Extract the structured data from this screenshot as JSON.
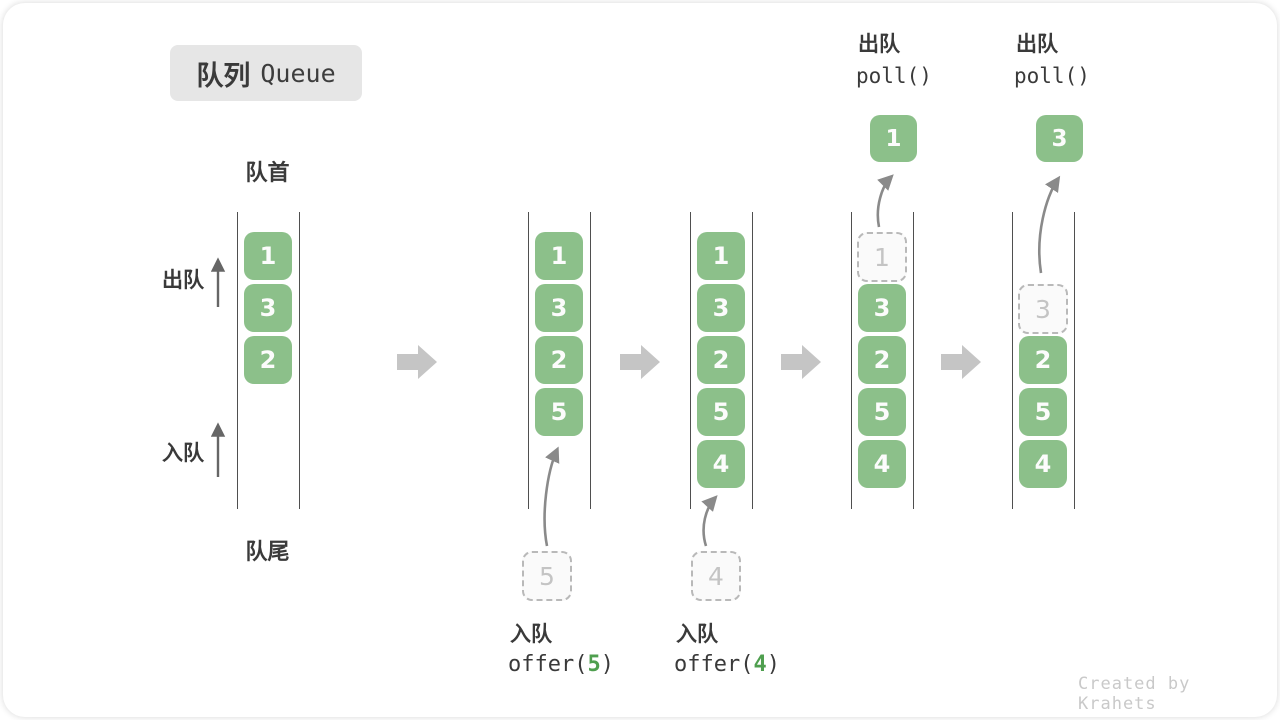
{
  "title": {
    "zh": "队列",
    "en": "Queue"
  },
  "labels": {
    "front": "队首",
    "rear": "队尾",
    "dequeue_side": "出队",
    "enqueue_side": "入队"
  },
  "colors": {
    "box_green": "#8cc08a",
    "code_green": "#4f9f4f",
    "ghost_gray": "#b9b9b9",
    "arrow_gray": "#8a8a8a",
    "block_arrow_gray": "#c5c5c5"
  },
  "states": [
    {
      "items": [
        "1",
        "3",
        "2"
      ]
    },
    {
      "items": [
        "1",
        "3",
        "2",
        "5"
      ],
      "incoming": "5",
      "caption": {
        "zh": "入队",
        "code_pre": "offer(",
        "code_arg": "5",
        "code_post": ")"
      }
    },
    {
      "items": [
        "1",
        "3",
        "2",
        "5",
        "4"
      ],
      "incoming": "4",
      "caption": {
        "zh": "入队",
        "code_pre": "offer(",
        "code_arg": "4",
        "code_post": ")"
      }
    },
    {
      "ghost": "1",
      "items": [
        "3",
        "2",
        "5",
        "4"
      ],
      "out": "1",
      "caption": {
        "zh": "出队",
        "code": "poll()"
      }
    },
    {
      "ghost": "3",
      "items": [
        "2",
        "5",
        "4"
      ],
      "out": "3",
      "caption": {
        "zh": "出队",
        "code": "poll()"
      }
    }
  ],
  "watermark": "Created by Krahets"
}
